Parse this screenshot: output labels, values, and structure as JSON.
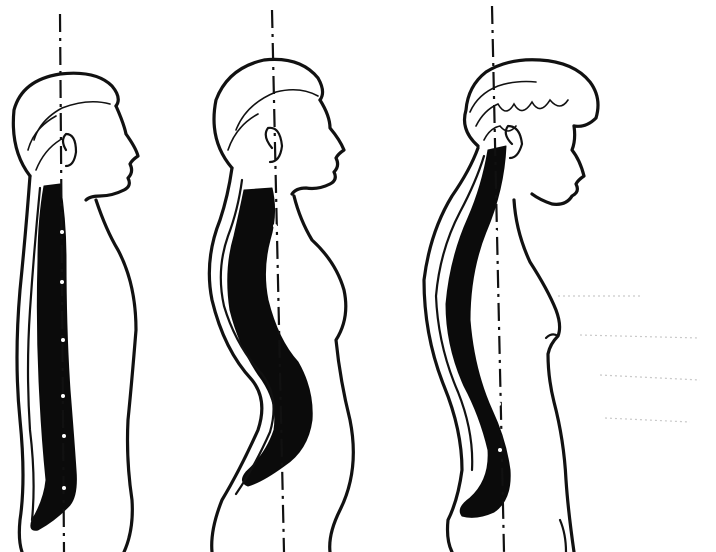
{
  "figure": {
    "figures": [
      {
        "id": "figure-1"
      },
      {
        "id": "figure-2"
      },
      {
        "id": "figure-3"
      }
    ]
  }
}
